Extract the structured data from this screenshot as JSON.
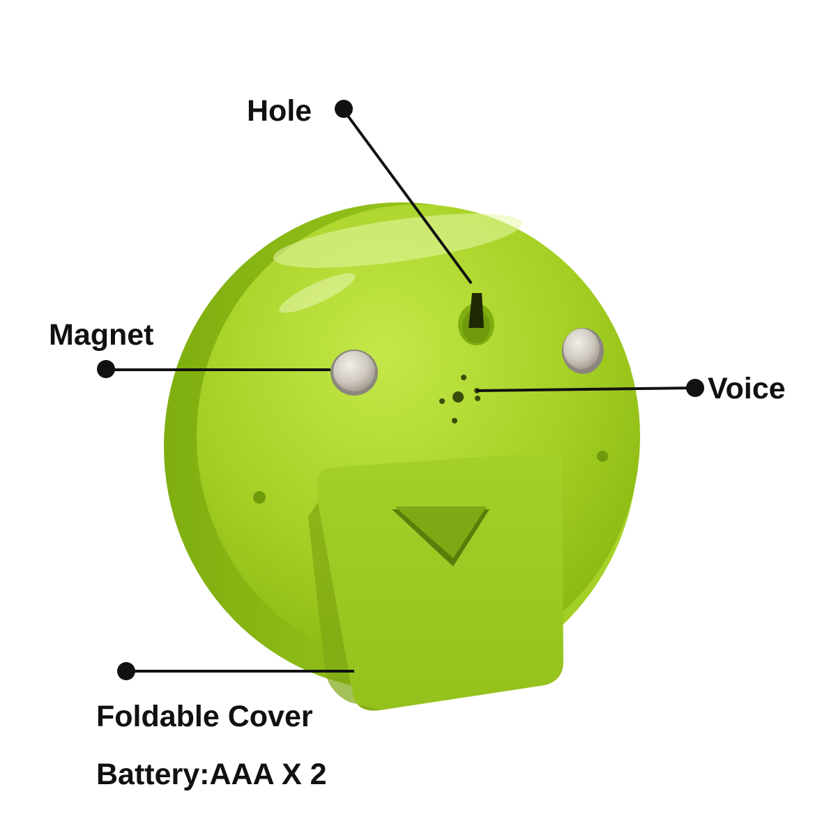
{
  "callouts": {
    "hole": "Hole",
    "magnet": "Magnet",
    "voice": "Voice",
    "foldable_cover": "Foldable Cover"
  },
  "battery": {
    "label": "Battery:AAA X 2"
  },
  "colors": {
    "body_green": "#a8d42a",
    "body_dark_green": "#7fae10",
    "magnet_silver": "#c9c4bb",
    "callout_black": "#111111"
  }
}
